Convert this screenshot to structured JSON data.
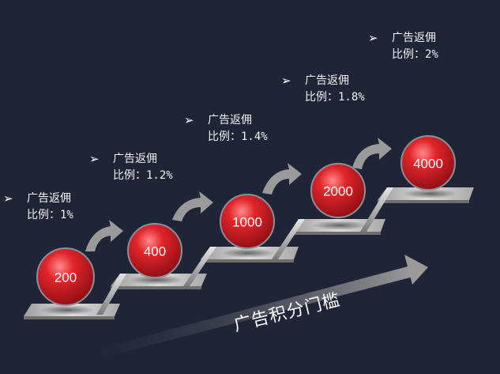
{
  "steps": [
    {
      "threshold": "200",
      "line1": "广告返佣",
      "line2_prefix": "比例：",
      "line2_value": "1%"
    },
    {
      "threshold": "400",
      "line1": "广告返佣",
      "line2_prefix": "比例：",
      "line2_value": "1.2%"
    },
    {
      "threshold": "1000",
      "line1": "广告返佣",
      "line2_prefix": "比例：",
      "line2_value": "1.4%"
    },
    {
      "threshold": "2000",
      "line1": "广告返佣",
      "line2_prefix": "比例：",
      "line2_value": "1.8%"
    },
    {
      "threshold": "4000",
      "line1": "广告返佣",
      "line2_prefix": "比例：",
      "line2_value": "2%"
    }
  ],
  "bottom_label": "广告积分门槛",
  "colors": {
    "background": "#1f2536",
    "ball": "#d8262c",
    "ball_highlight": "#ff7a7a",
    "step": "#c8c8c8",
    "curve_arrow": "#9a9a9a"
  },
  "icons": {
    "bullet": "chevron-right-icon"
  }
}
